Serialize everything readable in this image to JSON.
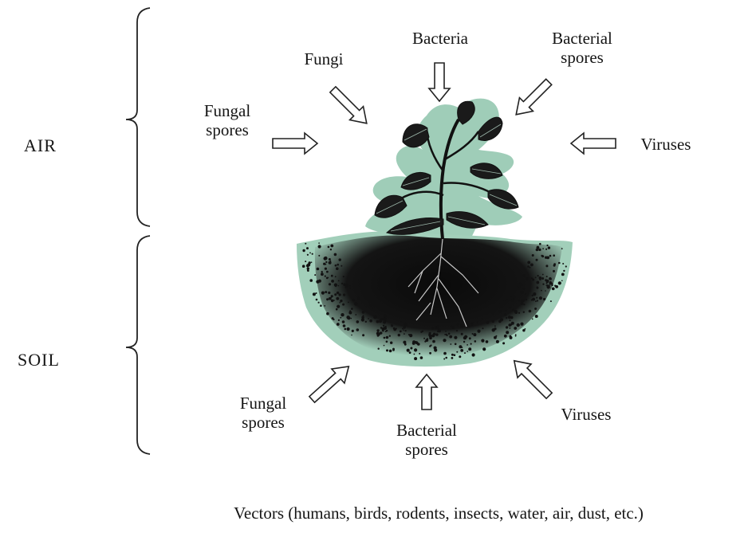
{
  "zones": {
    "air": "AIR",
    "soil": "SOIL"
  },
  "sources": {
    "air_fungi": "Fungi",
    "air_bacteria": "Bacteria",
    "air_bacterial_spores": [
      "Bacterial",
      "spores"
    ],
    "air_fungal_spores": [
      "Fungal",
      "spores"
    ],
    "air_viruses": "Viruses",
    "soil_fungal_spores": [
      "Fungal",
      "spores"
    ],
    "soil_bacterial_spores": [
      "Bacterial",
      "spores"
    ],
    "soil_viruses": "Viruses"
  },
  "footer": "Vectors (humans, birds, rodents, insects, water, air, dust, etc.)",
  "colors": {
    "halo": "#9fcdb8",
    "ink": "#111111",
    "soil_fill": "#a2cfba"
  }
}
